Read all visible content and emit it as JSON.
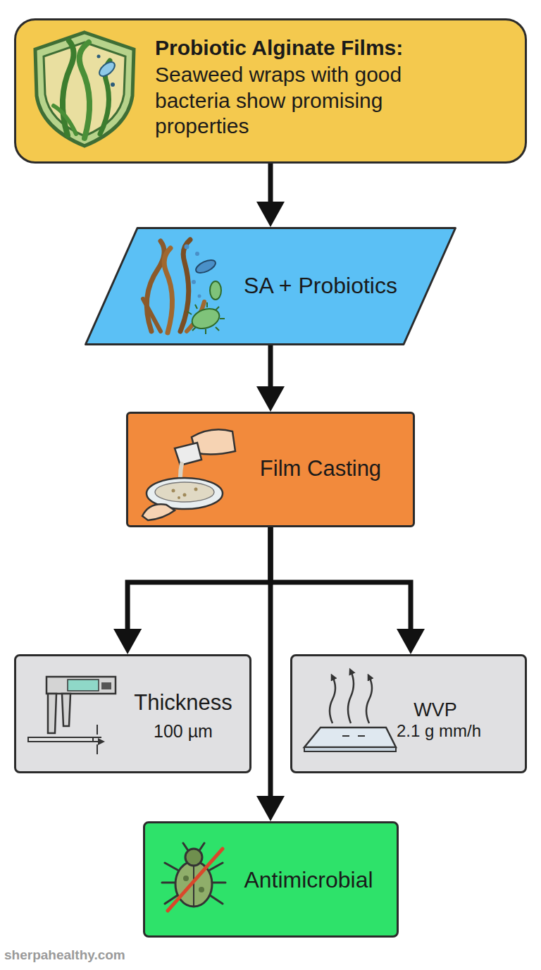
{
  "diagram": {
    "nodes": [
      {
        "text": [
          "Probiotic Alginate Films:",
          "Seaweed wraps with good bacteria show promising properties"
        ]
      },
      {
        "text": [
          "SA + Probiotics"
        ]
      },
      {
        "text": [
          "Film Casting"
        ]
      },
      {
        "text": [
          "Thickness",
          "100 µm"
        ]
      },
      {
        "text": [
          "WVP",
          "2.1 g mm/h"
        ]
      },
      {
        "text": [
          "Antimicrobial"
        ]
      }
    ],
    "edges": [
      {
        "from": 0,
        "to": 1,
        "arrow": "to"
      },
      {
        "from": 1,
        "to": 2,
        "arrow": "to"
      },
      {
        "from": 2,
        "to": 3,
        "arrow": "to"
      },
      {
        "from": 2,
        "to": 4,
        "arrow": "to"
      },
      {
        "from": 2,
        "to": 5,
        "arrow": "to"
      }
    ],
    "labels": [
      "sherpahealthy.com"
    ]
  }
}
